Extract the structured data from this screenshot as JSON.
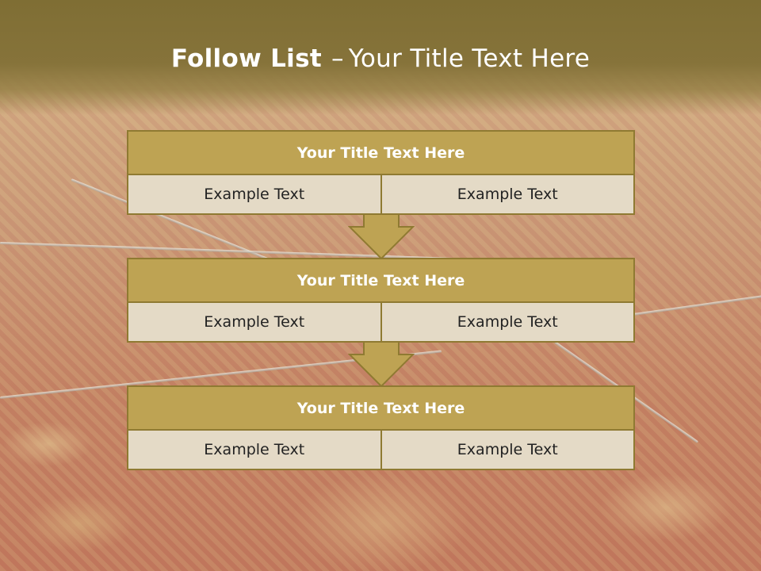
{
  "slide": {
    "title_bold": "Follow List",
    "title_rest": "Your Title Text Here",
    "title_dash": "–",
    "blocks": [
      {
        "title": "Your Title Text Here",
        "left": "Example Text",
        "right": "Example Text"
      },
      {
        "title": "Your Title Text Here",
        "left": "Example Text",
        "right": "Example Text"
      },
      {
        "title": "Your Title Text Here",
        "left": "Example Text",
        "right": "Example Text"
      }
    ]
  },
  "colors": {
    "header_band": "#7f6e34",
    "box_title_fill": "#bea353",
    "box_border": "#8f7a32",
    "cell_fill": "#e4dac6",
    "arrow_fill": "#bea353"
  }
}
